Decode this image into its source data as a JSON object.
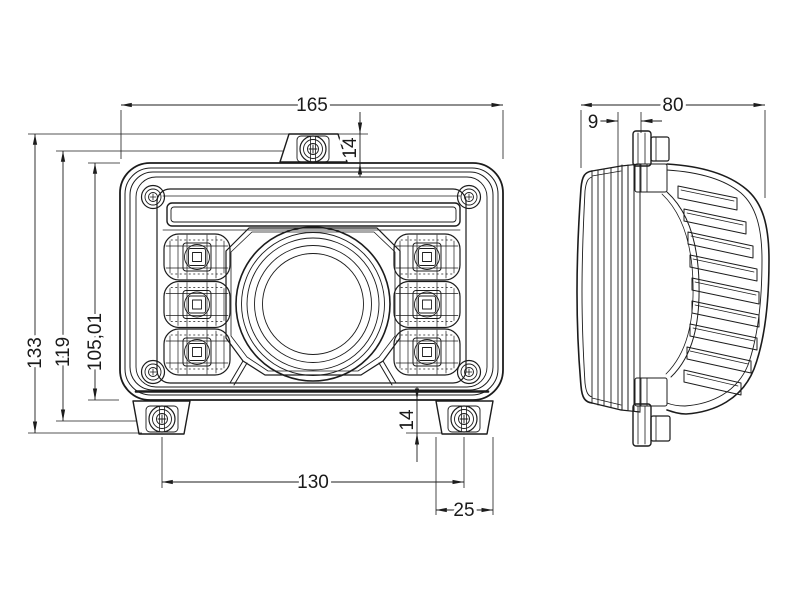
{
  "drawing": {
    "type": "technical-drawing",
    "subject": "rectangular LED headlamp, front view and side view",
    "background_color": "#ffffff",
    "line_color": "#1c1c1c"
  },
  "dims": {
    "front": {
      "overall_width": "165",
      "top_bracket_offset": "14",
      "overall_height": "133",
      "height_to_bracket": "119",
      "body_height": "105,01",
      "mount_spacing": "130",
      "mount_to_edge": "25",
      "bottom_bracket_offset": "14"
    },
    "side": {
      "overall_depth": "80",
      "front_depth": "9"
    }
  }
}
